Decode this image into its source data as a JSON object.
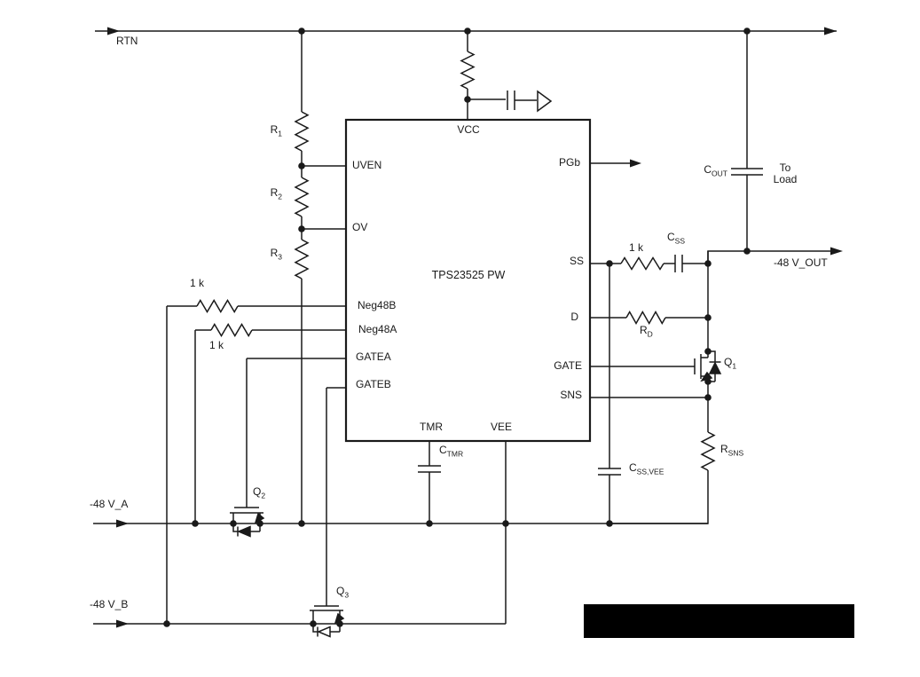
{
  "nets": {
    "rtn": "RTN",
    "out": "-48 V_OUT",
    "feed_a": "-48 V_A",
    "feed_b": "-48 V_B",
    "to_load1": "To",
    "to_load2": "Load"
  },
  "ic": {
    "part": "TPS23525 PW",
    "pins": {
      "uven": "UVEN",
      "ov": "OV",
      "neg48b": "Neg48B",
      "neg48a": "Neg48A",
      "gatea": "GATEA",
      "gateb": "GATEB",
      "vcc": "VCC",
      "pgb": "PGb",
      "ss": "SS",
      "d": "D",
      "gate": "GATE",
      "sns": "SNS",
      "tmr": "TMR",
      "vee": "VEE"
    }
  },
  "components": {
    "r1": {
      "base": "R",
      "sub": "1"
    },
    "r2": {
      "base": "R",
      "sub": "2"
    },
    "r3": {
      "base": "R",
      "sub": "3"
    },
    "r_input_b": "1 k",
    "r_input_a": "1 k",
    "r_ss": "1 k",
    "c_ss": {
      "base": "C",
      "sub": "SS"
    },
    "c_out": {
      "base": "C",
      "sub": "OUT"
    },
    "r_d": {
      "base": "R",
      "sub": "D"
    },
    "q1": {
      "base": "Q",
      "sub": "1"
    },
    "q2": {
      "base": "Q",
      "sub": "2"
    },
    "q3": {
      "base": "Q",
      "sub": "3"
    },
    "c_tmr": {
      "base": "C",
      "sub": "TMR"
    },
    "c_ss_vee": {
      "base": "C",
      "sub": "SS,VEE"
    },
    "r_sns": {
      "base": "R",
      "sub": "SNS"
    }
  },
  "colors": {
    "wire": "#1a1a1a",
    "background": "#ffffff",
    "redaction": "#000000"
  }
}
